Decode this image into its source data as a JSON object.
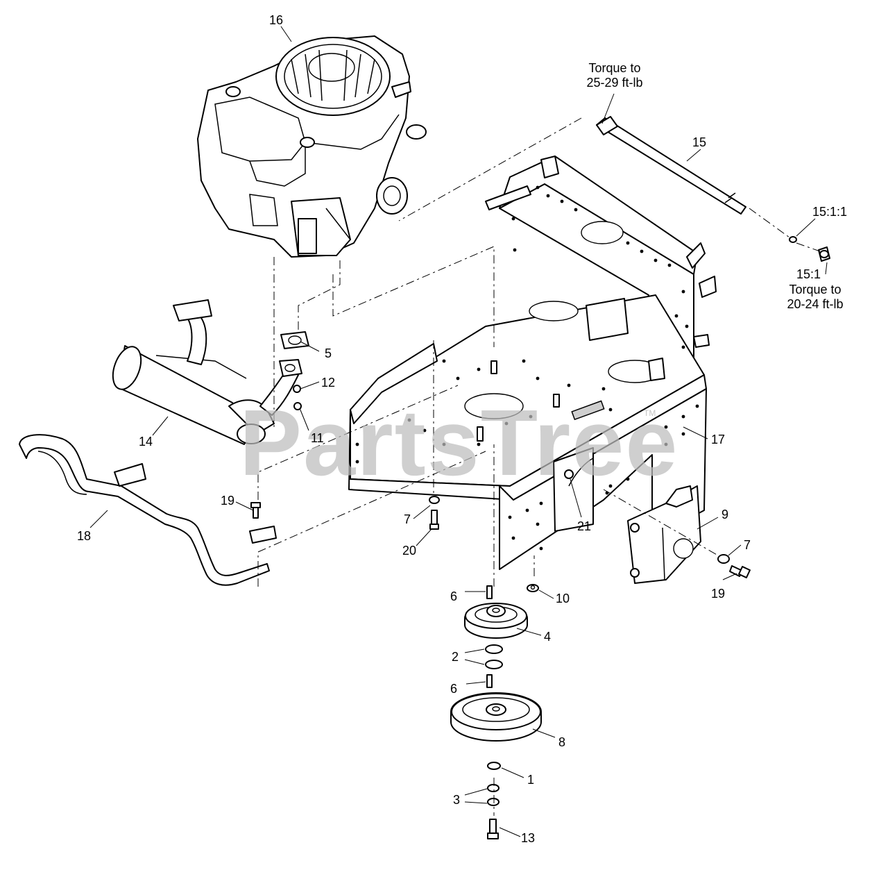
{
  "callouts": {
    "c1": "1",
    "c2": "2",
    "c3": "3",
    "c4": "4",
    "c5": "5",
    "c6a": "6",
    "c6b": "6",
    "c7a": "7",
    "c7b": "7",
    "c8": "8",
    "c9": "9",
    "c10": "10",
    "c11": "11",
    "c12": "12",
    "c13": "13",
    "c14": "14",
    "c15": "15",
    "c16": "16",
    "c17": "17",
    "c18": "18",
    "c19a": "19",
    "c19b": "19",
    "c20": "20",
    "c21": "21",
    "c15_1_1": "15:1:1",
    "c15_1": "15:1"
  },
  "notes": {
    "torque_top_line1": "Torque to",
    "torque_top_line2": "25-29 ft-lb",
    "torque_right_line1": "Torque to",
    "torque_right_line2": "20-24 ft-lb"
  },
  "watermark": {
    "text": "PartsTree",
    "tm": "TM"
  }
}
